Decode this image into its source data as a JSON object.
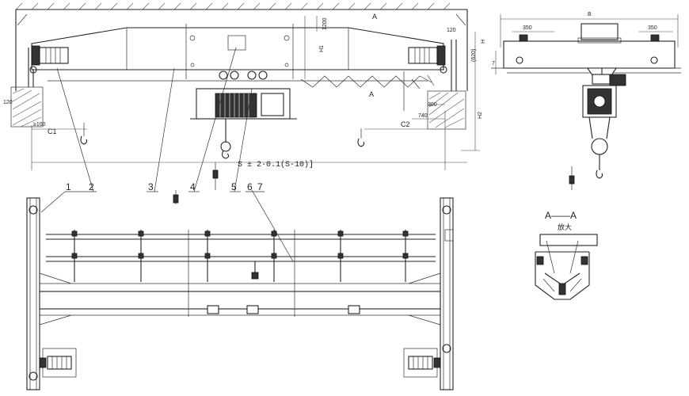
{
  "labels": {
    "section_top": "A",
    "section_bottom": "A",
    "dim_120_left": "120",
    "dim_ge100": "≥100",
    "dim_c1": "C1",
    "dim_c2": "C2",
    "dim_s": "S ± 2·0.1(S-10)]",
    "dim_h1": "H1",
    "dim_h2": "H2",
    "dim_1200": "1200",
    "dim_120_right": "120",
    "dim_620": "(620)",
    "dim_300": "300",
    "dim_740": "740",
    "dim_h_side": "H",
    "dim_350_left": "350",
    "dim_350_right": "350",
    "dim_b": "B",
    "dim_7": "7",
    "section_aa": "A——A",
    "section_aa_scale": "放大",
    "callouts": [
      "1",
      "2",
      "3",
      "4",
      "5",
      "6",
      "7"
    ]
  }
}
